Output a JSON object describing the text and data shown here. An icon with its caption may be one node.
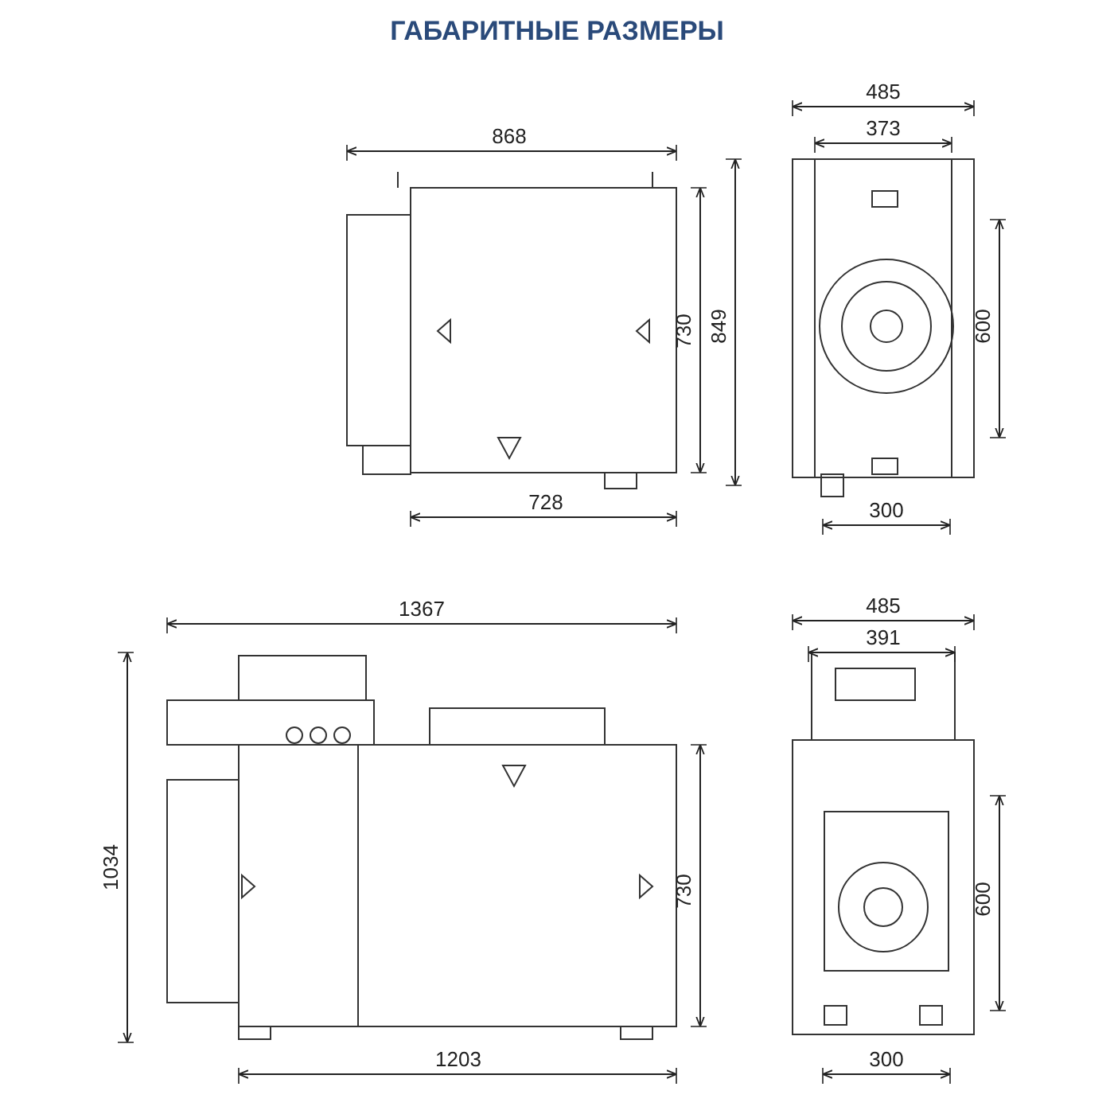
{
  "diagram": {
    "title": "ГАБАРИТНЫЕ РАЗМЕРЫ",
    "labels": [
      "868",
      "485",
      "373",
      "730",
      "849",
      "600",
      "728",
      "300",
      "1367",
      "485",
      "391",
      "1034",
      "730",
      "600",
      "1203",
      "300"
    ]
  }
}
